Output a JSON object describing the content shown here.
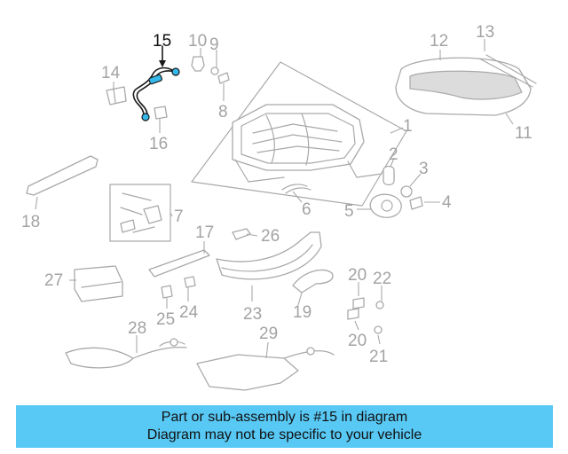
{
  "diagram": {
    "callouts": [
      "1",
      "2",
      "3",
      "4",
      "5",
      "6",
      "7",
      "8",
      "9",
      "10",
      "11",
      "12",
      "13",
      "14",
      "15",
      "16",
      "17",
      "18",
      "19",
      "20",
      "20",
      "21",
      "22",
      "23",
      "24",
      "25",
      "26",
      "27",
      "28",
      "29"
    ],
    "highlighted_part": "15",
    "highlight_color": "#35b8ea"
  },
  "banner": {
    "line1": "Part or sub-assembly is #15 in diagram",
    "line2": "Diagram may not be specific to your vehicle",
    "background": "#58c8f4"
  }
}
